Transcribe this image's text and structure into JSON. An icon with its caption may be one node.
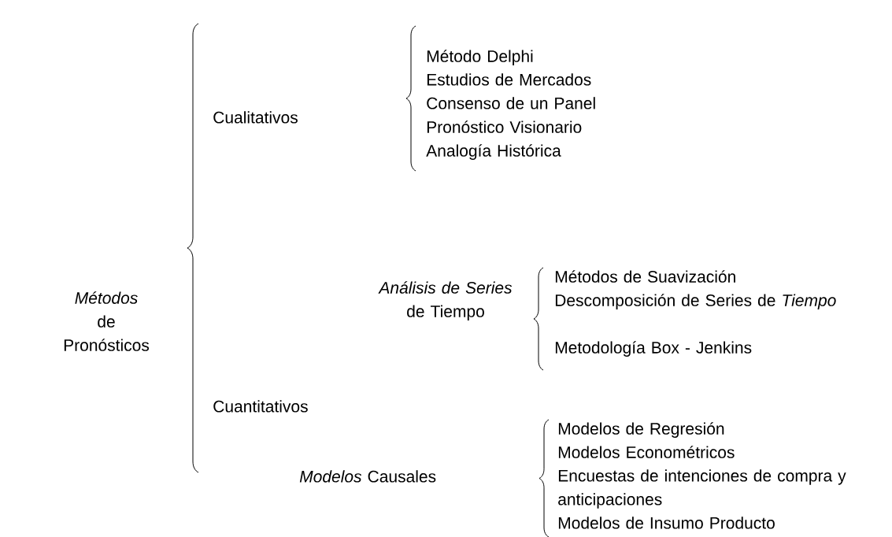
{
  "diagram": {
    "labels": [
      "*Métodos* de Pronósticos",
      "Cualitativos",
      "Método Delphi",
      "Estudios de Mercados",
      "Consenso de un Panel",
      "Pronóstico Visionario",
      "Analogía Histórica",
      "*Análisis de  Series* de Tiempo",
      "Métodos de Suavización",
      "Descomposición de Series de *Tiempo*",
      "Metodología Box - Jenkins",
      "Cuantitativos",
      "*Modelos* Causales",
      "Modelos de Regresión",
      "Modelos Econométricos",
      "Encuestas de intenciones de compra y anticipaciones",
      "Modelos de Insumo Producto"
    ]
  }
}
